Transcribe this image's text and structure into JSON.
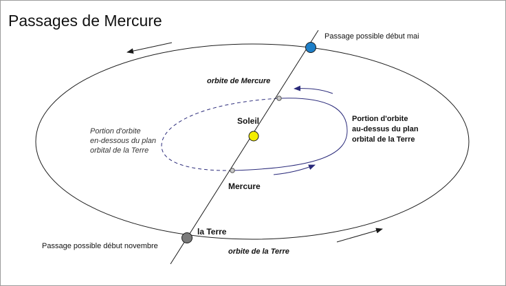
{
  "title": "Passages de Mercure",
  "labels": {
    "passage_mai": "Passage possible début mai",
    "passage_novembre": "Passage possible début novembre",
    "orbite_mercure": "orbite de Mercure",
    "orbite_terre": "orbite de la Terre",
    "soleil": "Soleil",
    "mercure": "Mercure",
    "la_terre": "la Terre",
    "dessus": [
      "Portion d'orbite",
      "au-dessus du plan",
      "orbital de la Terre"
    ],
    "dessous": [
      "Portion d'orbite",
      "en-dessous du plan",
      "orbital de la Terre"
    ]
  },
  "colors": {
    "frame": "#9a9a9a",
    "earth_orbit": "#1a1a1a",
    "mercury_orbit_solid": "#2a2a7a",
    "mercury_orbit_dashed": "#2a2a7a",
    "arrow_outer": "#1a1a1a",
    "arrow_inner": "#2a2a7a",
    "sun": "#f4ee00",
    "earth": "#7a7a7a",
    "passage_mai": "#1e7fc8",
    "node": "#c8c8c8"
  }
}
